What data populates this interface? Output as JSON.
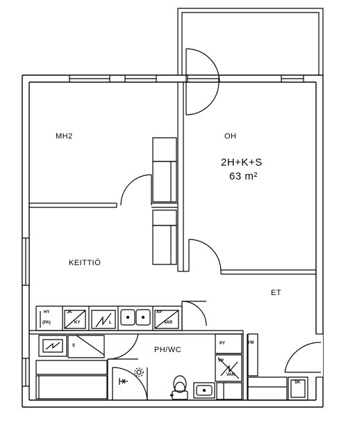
{
  "rooms": {
    "bedroom": "MH2",
    "living": "OH",
    "kitchen": "KEITTIÖ",
    "hall": "ET",
    "bathroom": "PH/WC"
  },
  "apartment": {
    "type": "2H+K+S",
    "area": "63 m²"
  },
  "fixtures": {
    "hy": "HY",
    "pa": "(PA)",
    "jk": "JK",
    "ky": "KY",
    "l": "L",
    "ap": "AP",
    "var1": "VAR",
    "sauna": "S",
    "py": "PY",
    "yw": "YW",
    "vp": "VP",
    "var2": "VAR",
    "sk": "SK"
  }
}
